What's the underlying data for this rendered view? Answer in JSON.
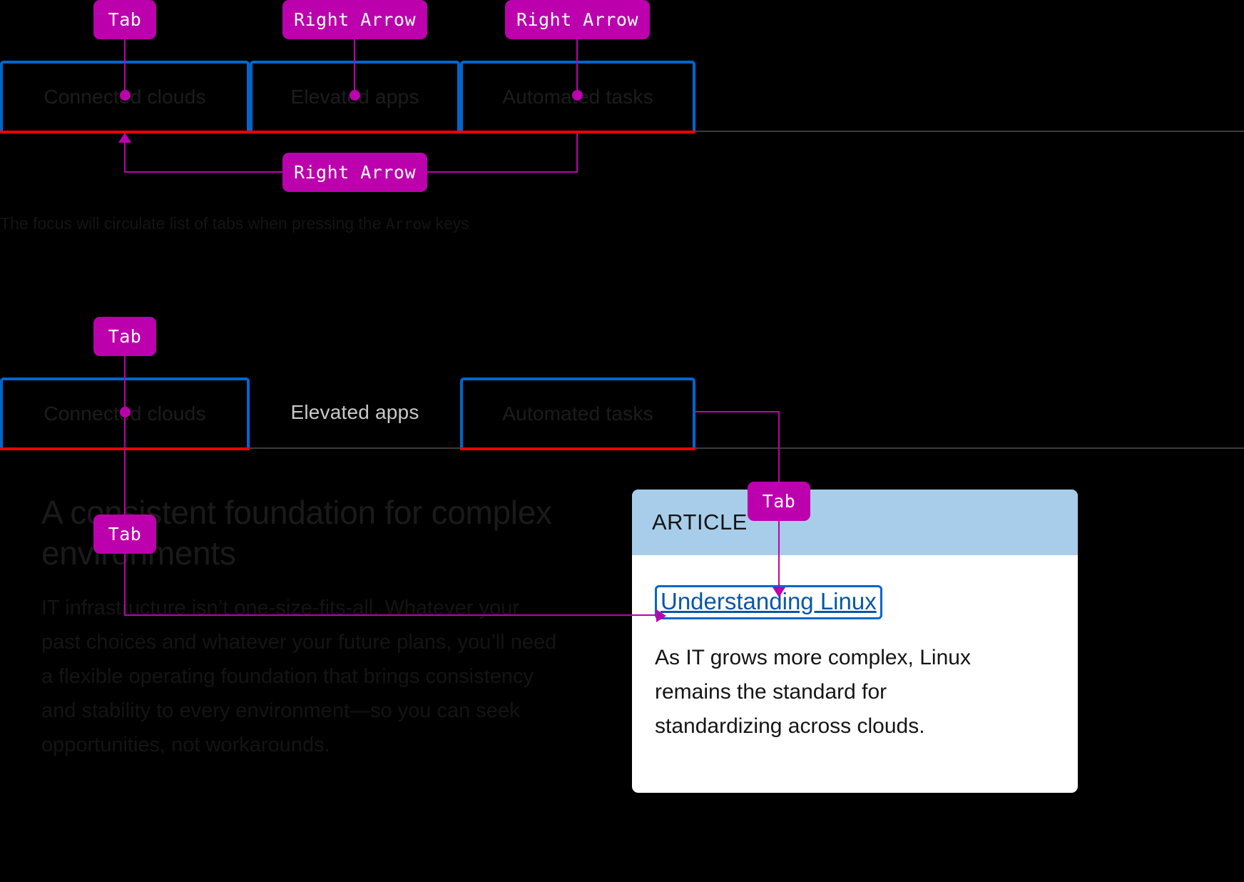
{
  "colors": {
    "background": "#000000",
    "keyboard_badge": "#bd00ad",
    "focus_ring": "#0066cc",
    "active_tab_underline": "#ee0000",
    "card_header": "#a8cdeb",
    "card_background": "#ffffff",
    "link": "#0b57a4"
  },
  "section_one": {
    "tabs": [
      {
        "label": "Connected clouds",
        "focused": true,
        "selected": true
      },
      {
        "label": "Elevated apps",
        "focused": true,
        "selected": true
      },
      {
        "label": "Automated tasks",
        "focused": true,
        "selected": true
      }
    ],
    "badges": [
      {
        "key": "Tab"
      },
      {
        "key": "Right Arrow"
      },
      {
        "key": "Right Arrow"
      },
      {
        "key": "Right Arrow"
      }
    ],
    "caption_before": "The focus will circulate list of tabs when pressing the ",
    "caption_key": "Arrow",
    "caption_after": " keys"
  },
  "section_two": {
    "tabs": [
      {
        "label": "Connected clouds",
        "focused": true,
        "selected": true
      },
      {
        "label": "Elevated apps",
        "focused": false,
        "selected": false
      },
      {
        "label": "Automated tasks",
        "focused": true,
        "selected": true
      }
    ],
    "badges": [
      {
        "key": "Tab"
      },
      {
        "key": "Tab"
      },
      {
        "key": "Tab"
      }
    ],
    "panel": {
      "heading": "A consistent foundation for complex environments",
      "paragraph": "IT infrastructure isn’t one-size-fits-all. Whatever your past choices and whatever your future plans, you’ll need a flexible operating foundation that brings consistency and stability to every environment—so you can seek opportunities, not workarounds."
    },
    "card": {
      "eyebrow": "ARTICLE",
      "link_text": "Understanding Linux",
      "body_text": "As IT grows more complex, Linux remains the standard for standardizing across clouds."
    }
  }
}
